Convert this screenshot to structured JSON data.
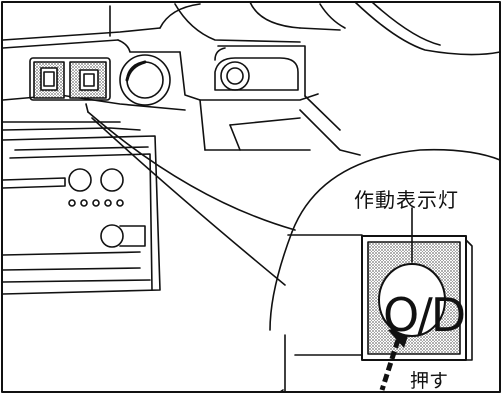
{
  "callout": {
    "indicator_label": "作動表示灯",
    "button_label": "O/D",
    "action_label": "押す"
  },
  "colors": {
    "line": "#111111",
    "panel_stipple": "#9a9a9a",
    "background": "#ffffff"
  }
}
